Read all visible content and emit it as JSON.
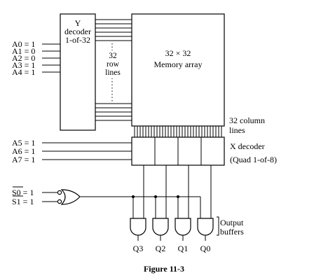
{
  "inputs": {
    "a0": "A0 = 1",
    "a1": "A1 = 0",
    "a2": "A2 = 0",
    "a3": "A3 = 1",
    "a4": "A4 = 1",
    "a5": "A5 = 1",
    "a6": "A6 = 1",
    "a7": "A7 = 1",
    "s0": "S0 = 1",
    "s1": "S1 = 1"
  },
  "y_decoder": {
    "line1": "Y",
    "line2": "decoder",
    "line3": "1-of-32"
  },
  "row_lines": {
    "line1": "32",
    "line2": "row",
    "line3": "lines"
  },
  "memory_array": {
    "line1": "32 × 32",
    "line2": "Memory array"
  },
  "column_lines": {
    "line1": "32 column",
    "line2": "lines"
  },
  "x_decoder": {
    "line1": "X decoder",
    "line2": "(Quad 1-of-8)"
  },
  "output_buffers": {
    "line1": "Output",
    "line2": "buffers"
  },
  "outputs": [
    "Q3",
    "Q2",
    "Q1",
    "Q0"
  ],
  "caption": "Figure 11-3"
}
